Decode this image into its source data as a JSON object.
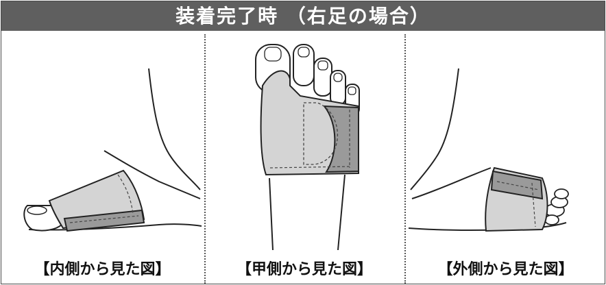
{
  "header": {
    "title": "装着完了時 （右足の場合）"
  },
  "panels": [
    {
      "caption": "【内側から見た図】",
      "view": "medial"
    },
    {
      "caption": "【甲側から見た図】",
      "view": "dorsal"
    },
    {
      "caption": "【外側から見た図】",
      "view": "lateral"
    }
  ],
  "colors": {
    "header_bg": "#5f5f5f",
    "brace_light": "#d4d4d4",
    "brace_dark": "#9a9a9a",
    "outline": "#222222"
  }
}
